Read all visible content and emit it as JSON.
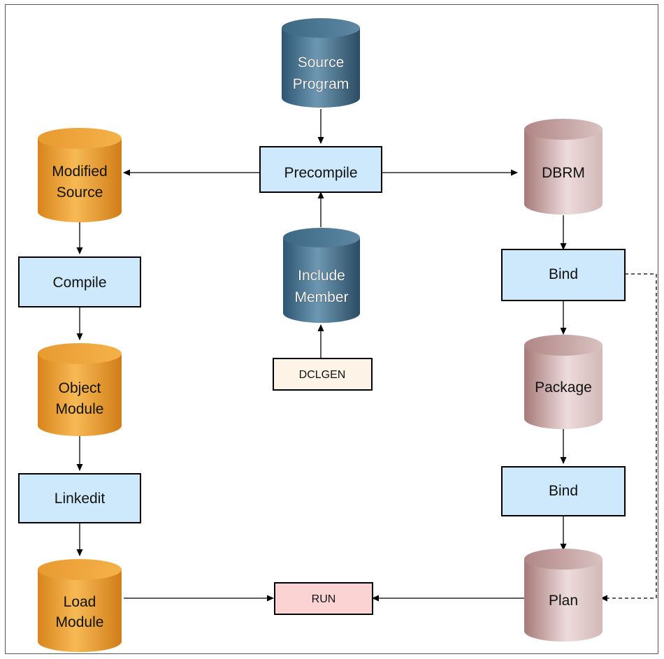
{
  "nodes": {
    "source_program": {
      "line1": "Source",
      "line2": "Program"
    },
    "precompile": {
      "label": "Precompile"
    },
    "modified_source": {
      "line1": "Modified",
      "line2": "Source"
    },
    "dbrm": {
      "label": "DBRM"
    },
    "compile": {
      "label": "Compile"
    },
    "include_member": {
      "line1": "Include",
      "line2": "Member"
    },
    "bind_package": {
      "label": "Bind"
    },
    "dclgen": {
      "label": "DCLGEN"
    },
    "object_module": {
      "line1": "Object",
      "line2": "Module"
    },
    "package": {
      "label": "Package"
    },
    "linkedit": {
      "label": "Linkedit"
    },
    "bind_plan": {
      "label": "Bind"
    },
    "load_module": {
      "line1": "Load",
      "line2": "Module"
    },
    "run": {
      "label": "RUN"
    },
    "plan": {
      "label": "Plan"
    }
  },
  "colors": {
    "process_fill": "#cde9fb",
    "dclgen_fill": "#fdf3e7",
    "run_fill": "#fbd3d3",
    "blue_cylinder": "#3f6b87",
    "orange_cylinder": "#e89a2c",
    "rose_cylinder": "#c49a98"
  }
}
